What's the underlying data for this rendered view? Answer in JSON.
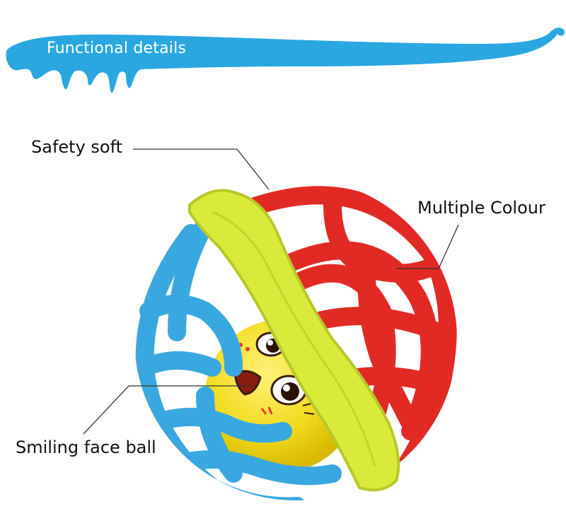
{
  "banner": {
    "title": "Functional details",
    "color": "#2aa7e0"
  },
  "callouts": {
    "safety": "Safety soft",
    "multiple_colour": "Multiple Colour",
    "smiling_face": "Smiling face ball"
  },
  "colors": {
    "blue": "#3aa8e0",
    "red": "#e22a25",
    "yellow_green": "#d9ea3a",
    "yellow_ball": "#f2dc1e"
  }
}
